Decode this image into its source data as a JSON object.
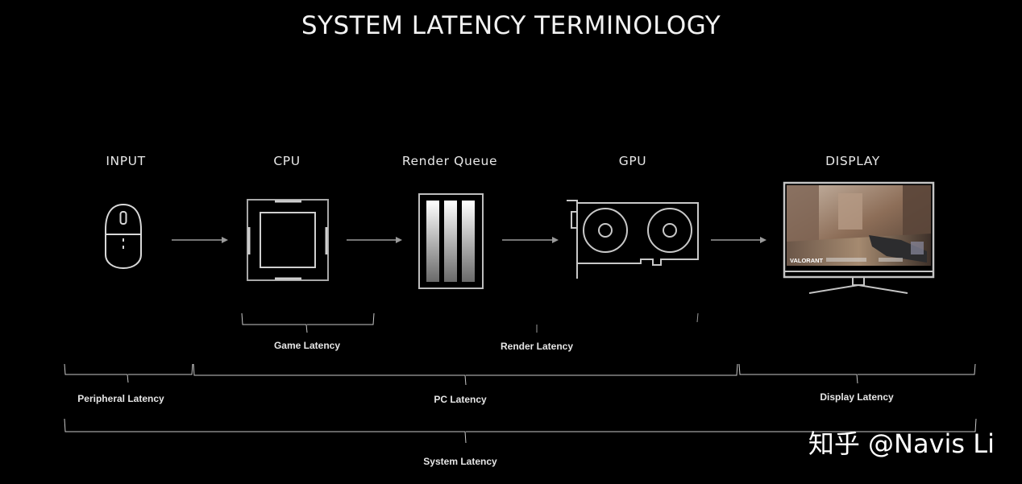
{
  "title": "SYSTEM LATENCY TERMINOLOGY",
  "stages": [
    {
      "id": "input",
      "label": "INPUT",
      "icon": "mouse-icon"
    },
    {
      "id": "cpu",
      "label": "CPU",
      "icon": "cpu-chip-icon"
    },
    {
      "id": "render-queue",
      "label": "Render Queue",
      "icon": "render-queue-icon"
    },
    {
      "id": "gpu",
      "label": "GPU",
      "icon": "graphics-card-icon"
    },
    {
      "id": "display",
      "label": "DISPLAY",
      "icon": "monitor-icon"
    }
  ],
  "latencies": {
    "game": "Game Latency",
    "render": "Render Latency",
    "peripheral": "Peripheral Latency",
    "pc": "PC Latency",
    "display": "Display Latency",
    "system": "System Latency"
  },
  "screen_logo": "VALORANT",
  "watermark": "知乎 @Navis Li",
  "colors": {
    "background": "#000000",
    "line": "#cfcfcf",
    "text": "#f2f2f2"
  }
}
